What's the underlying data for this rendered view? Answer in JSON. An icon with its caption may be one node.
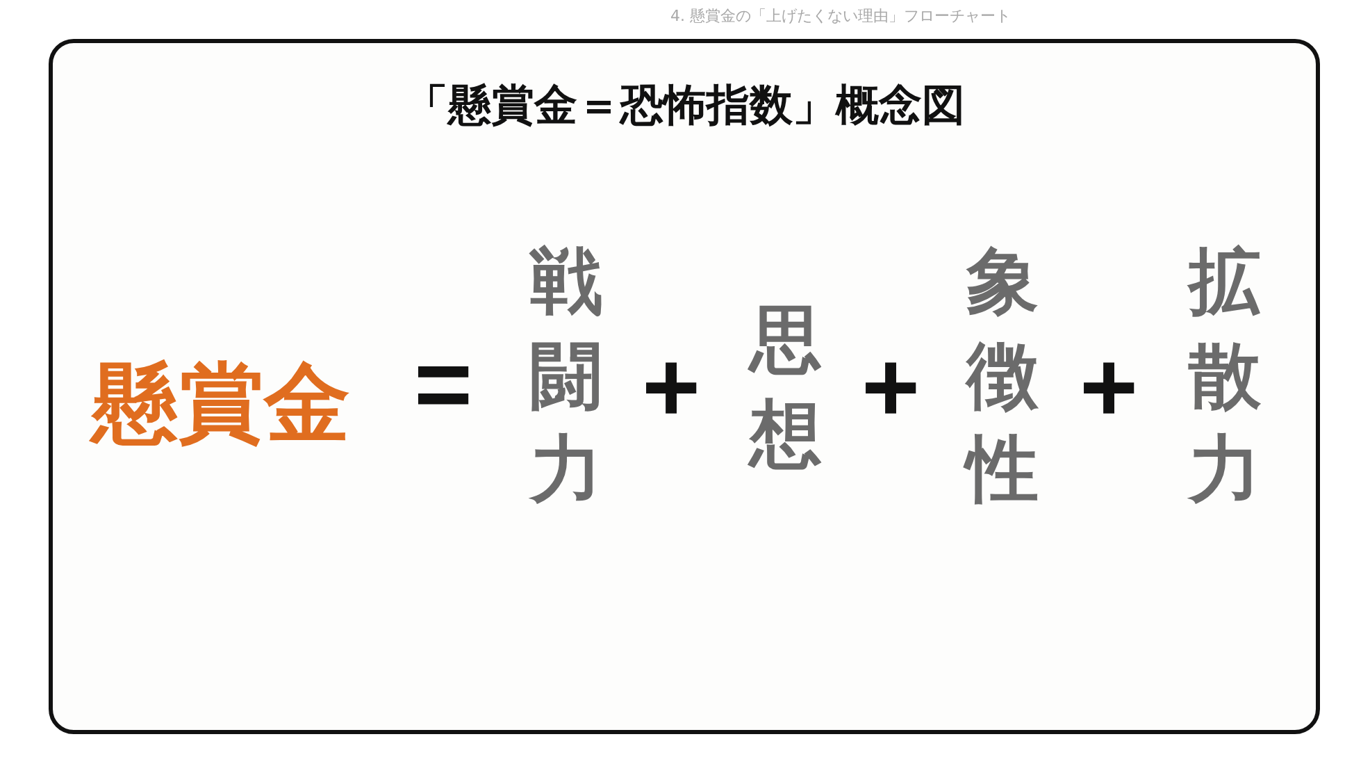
{
  "diagram": {
    "title": "「懸賞金＝恐怖指数」概念図",
    "labels": [
      "4. 懸賞金の「上げたくない理由」フローチャート",
      "懸賞金",
      "=",
      "戦闘力",
      "+",
      "思想",
      "+",
      "象徴性",
      "+",
      "拡散力"
    ]
  }
}
